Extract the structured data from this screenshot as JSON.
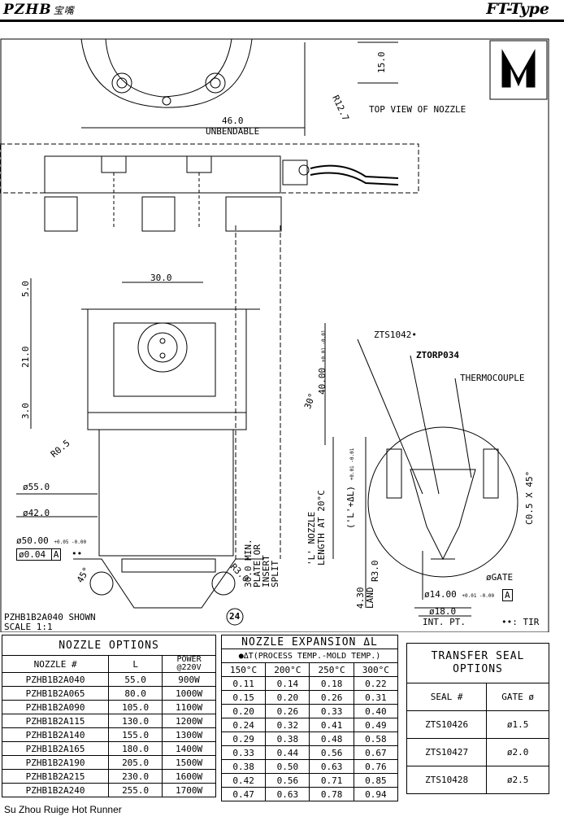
{
  "header": {
    "brand": "PZHB",
    "brand_cn": "宝嘴",
    "series": "FT-Type"
  },
  "drawing": {
    "top_view_label": "TOP VIEW OF NOZZLE",
    "dim_15": "15.0",
    "dim_r12_7": "R12.7",
    "dim_46": "46.0",
    "unbendable": "UNBENDABLE",
    "dim_30": "30.0",
    "dim_5": "5.0",
    "dim_21": "21.0",
    "dim_3": "3.0",
    "dim_r0_5": "R0.5",
    "dim_55": "ø55.0",
    "dim_42": "ø42.0",
    "dim_50": "ø50.00",
    "dim_50_tol": "+0.05 -0.00",
    "runout": "ø0.04",
    "runout_ref": "A",
    "runout_marks": "••",
    "angle_45": "45°",
    "angle_30": "30°",
    "dim_r3": "R3.0",
    "dim_40": "40.00",
    "dim_40_tol": "+0.01 -0.01",
    "min_plate": "30.0 MIN.",
    "plate_or": "PLATE OR",
    "insert": "INSERT",
    "split": "SPLIT",
    "nozzle_length": "'L' NOZZLE",
    "length_at": "LENGTH AT 20°C",
    "l_delta": "('L'+ΔL)",
    "l_delta_tol": "+0.01 -0.01",
    "part_1": "ZTS1042•",
    "part_2": "ZTORP034",
    "thermocouple": "THERMOCOUPLE",
    "chamfer": "C0.5 X 45°",
    "dim_r3_b": "R3.0",
    "land": "4.30",
    "land_label": "LAND",
    "gate": "øGATE",
    "dim_14": "ø14.00",
    "dim_14_tol": "+0.01 -0.00",
    "datum_a": "A",
    "dim_18": "ø18.0",
    "int_pt": "INT. PT.",
    "tir": "••: TIR",
    "shown": "PZHB1B2A040 SHOWN",
    "scale": "SCALE 1:1",
    "balloon": "24"
  },
  "nozzle_options": {
    "title": "NOZZLE OPTIONS",
    "headers": [
      "NOZZLE #",
      "L",
      "POWER"
    ],
    "power_sub": "@220V",
    "rows": [
      [
        "PZHB1B2A040",
        "55.0",
        "900W"
      ],
      [
        "PZHB1B2A065",
        "80.0",
        "1000W"
      ],
      [
        "PZHB1B2A090",
        "105.0",
        "1100W"
      ],
      [
        "PZHB1B2A115",
        "130.0",
        "1200W"
      ],
      [
        "PZHB1B2A140",
        "155.0",
        "1300W"
      ],
      [
        "PZHB1B2A165",
        "180.0",
        "1400W"
      ],
      [
        "PZHB1B2A190",
        "205.0",
        "1500W"
      ],
      [
        "PZHB1B2A215",
        "230.0",
        "1600W"
      ],
      [
        "PZHB1B2A240",
        "255.0",
        "1700W"
      ]
    ]
  },
  "expansion": {
    "title": "NOZZLE EXPANSION ΔL",
    "subtitle": "●ΔT(PROCESS TEMP.-MOLD TEMP.)",
    "headers": [
      "150°C",
      "200°C",
      "250°C",
      "300°C"
    ],
    "rows": [
      [
        "0.11",
        "0.14",
        "0.18",
        "0.22"
      ],
      [
        "0.15",
        "0.20",
        "0.26",
        "0.31"
      ],
      [
        "0.20",
        "0.26",
        "0.33",
        "0.40"
      ],
      [
        "0.24",
        "0.32",
        "0.41",
        "0.49"
      ],
      [
        "0.29",
        "0.38",
        "0.48",
        "0.58"
      ],
      [
        "0.33",
        "0.44",
        "0.56",
        "0.67"
      ],
      [
        "0.38",
        "0.50",
        "0.63",
        "0.76"
      ],
      [
        "0.42",
        "0.56",
        "0.71",
        "0.85"
      ],
      [
        "0.47",
        "0.63",
        "0.78",
        "0.94"
      ]
    ]
  },
  "transfer_seal": {
    "title_1": "TRANSFER SEAL",
    "title_2": "OPTIONS",
    "headers": [
      "SEAL #",
      "GATE ø"
    ],
    "rows": [
      [
        "ZTS10426",
        "ø1.5"
      ],
      [
        "ZTS10427",
        "ø2.0"
      ],
      [
        "ZTS10428",
        "ø2.5"
      ]
    ]
  },
  "footer": "Su Zhou Ruige Hot Runner"
}
